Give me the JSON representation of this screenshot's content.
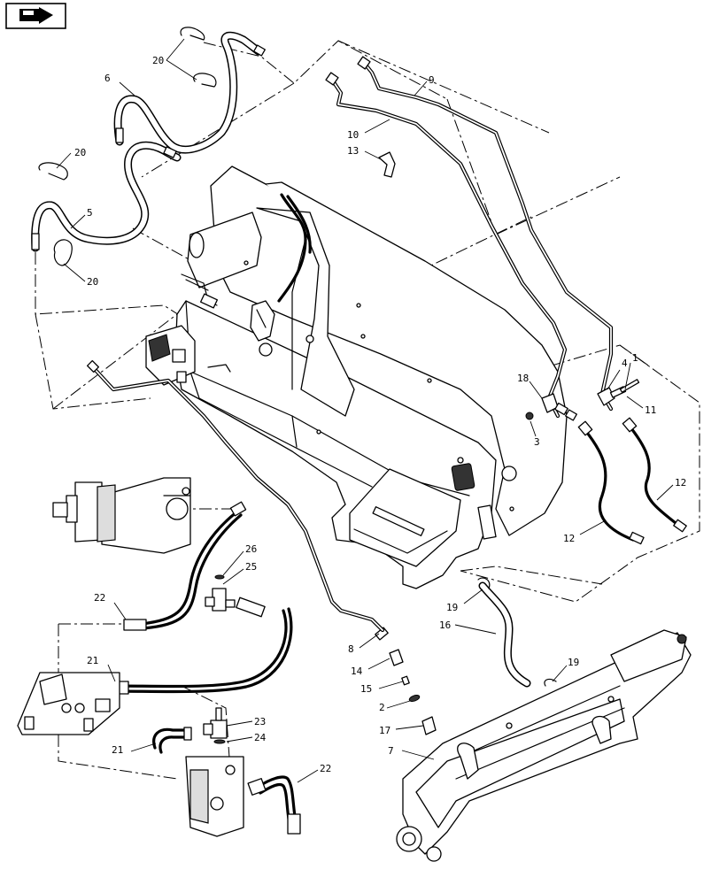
{
  "icon": {
    "name": "next-page-arrow-icon"
  },
  "callouts": [
    {
      "id": "c1",
      "text": "1"
    },
    {
      "id": "c2",
      "text": "2"
    },
    {
      "id": "c3",
      "text": "3"
    },
    {
      "id": "c4",
      "text": "4"
    },
    {
      "id": "c5",
      "text": "5"
    },
    {
      "id": "c6",
      "text": "6"
    },
    {
      "id": "c7",
      "text": "7"
    },
    {
      "id": "c8",
      "text": "8"
    },
    {
      "id": "c9",
      "text": "9"
    },
    {
      "id": "c10",
      "text": "10"
    },
    {
      "id": "c11",
      "text": "11"
    },
    {
      "id": "c12a",
      "text": "12"
    },
    {
      "id": "c12b",
      "text": "12"
    },
    {
      "id": "c13",
      "text": "13"
    },
    {
      "id": "c14",
      "text": "14"
    },
    {
      "id": "c15",
      "text": "15"
    },
    {
      "id": "c16",
      "text": "16"
    },
    {
      "id": "c17",
      "text": "17"
    },
    {
      "id": "c18",
      "text": "18"
    },
    {
      "id": "c19a",
      "text": "19"
    },
    {
      "id": "c19b",
      "text": "19"
    },
    {
      "id": "c20a",
      "text": "20"
    },
    {
      "id": "c20b",
      "text": "20"
    },
    {
      "id": "c20c",
      "text": "20"
    },
    {
      "id": "c21a",
      "text": "21"
    },
    {
      "id": "c21b",
      "text": "21"
    },
    {
      "id": "c22a",
      "text": "22"
    },
    {
      "id": "c22b",
      "text": "22"
    },
    {
      "id": "c23",
      "text": "23"
    },
    {
      "id": "c24",
      "text": "24"
    },
    {
      "id": "c25",
      "text": "25"
    },
    {
      "id": "c26",
      "text": "26"
    }
  ]
}
